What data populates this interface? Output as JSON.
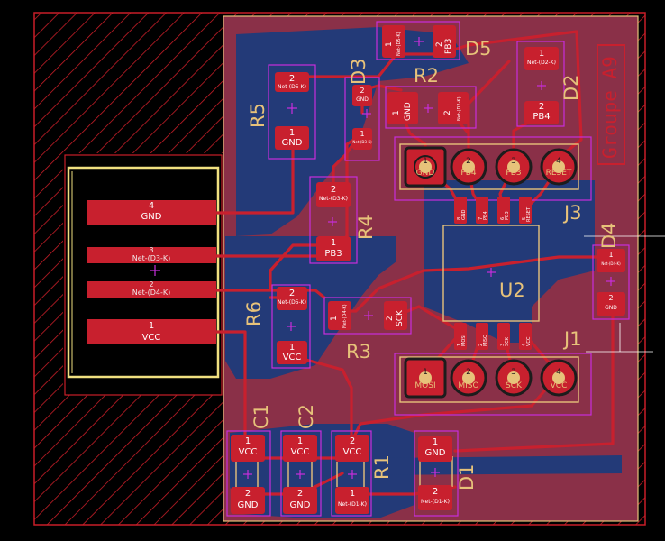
{
  "title": "Groupe A9",
  "colors": {
    "background": "#000000",
    "board": "#8a3048",
    "back_copper": "#233a78",
    "trace": "#c8202e",
    "pad": "#c8202e",
    "silkscreen": "#e7c27a",
    "courtyard": "#c82edc",
    "edge_hatch": "#c81e28"
  },
  "components": {
    "R5": {
      "ref": "R5",
      "pad1": "1",
      "pad1_net": "GND",
      "pad2": "2",
      "pad2_net": "Net-(D5-K)"
    },
    "D3": {
      "ref": "D3",
      "pad1": "1",
      "pad1_net": "Net-(D3-K)",
      "pad2": "2",
      "pad2_net": "GND"
    },
    "D5": {
      "ref": "D5",
      "pad1": "1",
      "pad1_net": "Net-(D5-K)",
      "pad2": "2",
      "pad2_net": "PB3"
    },
    "R2": {
      "ref": "R2",
      "pad1": "1",
      "pad1_net": "GND",
      "pad2": "2",
      "pad2_net": "Net-(D2-K)"
    },
    "D2": {
      "ref": "D2",
      "pad1": "1",
      "pad1_net": "Net-(D2-K)",
      "pad2": "2",
      "pad2_net": "PB4"
    },
    "R4": {
      "ref": "R4",
      "pad1": "1",
      "pad1_net": "PB3",
      "pad2": "2",
      "pad2_net": "Net-(D3-K)"
    },
    "R6": {
      "ref": "R6",
      "pad1": "1",
      "pad1_net": "VCC",
      "pad2": "2",
      "pad2_net": "Net-(D5-K)"
    },
    "R3": {
      "ref": "R3",
      "pad1": "1",
      "pad1_net": "Net-(D4-K)",
      "pad2": "2",
      "pad2_net": "SCK"
    },
    "D4": {
      "ref": "D4",
      "pad1": "1",
      "pad1_net": "Net-(D4-K)",
      "pad2": "2",
      "pad2_net": "GND"
    },
    "U2": {
      "ref": "U2",
      "pins_top": [
        "RESET",
        "PB3",
        "PB4",
        "GND"
      ],
      "pins_bottom": [
        "MOSI",
        "MISO",
        "SCK",
        "VCC"
      ],
      "pin_numbers": [
        "1",
        "2",
        "3",
        "4",
        "5",
        "6",
        "7",
        "8"
      ]
    },
    "J3": {
      "ref": "J3",
      "pins": [
        {
          "num": "1",
          "net": "GND"
        },
        {
          "num": "2",
          "net": "PB4"
        },
        {
          "num": "3",
          "net": "PB3"
        },
        {
          "num": "4",
          "net": "RESET"
        }
      ]
    },
    "J1": {
      "ref": "J1",
      "pins": [
        {
          "num": "1",
          "net": "MOSI"
        },
        {
          "num": "2",
          "net": "MISO"
        },
        {
          "num": "3",
          "net": "SCK"
        },
        {
          "num": "4",
          "net": "VCC"
        }
      ]
    },
    "C1": {
      "ref": "C1",
      "pad1": "1",
      "pad1_net": "VCC",
      "pad2": "2",
      "pad2_net": "GND"
    },
    "C2": {
      "ref": "C2",
      "pad1": "1",
      "pad1_net": "VCC",
      "pad2": "2",
      "pad2_net": "GND"
    },
    "R1": {
      "ref": "R1",
      "pad1": "1",
      "pad1_net": "Net-(D1-K)",
      "pad2": "2",
      "pad2_net": "VCC"
    },
    "D1": {
      "ref": "D1",
      "pad1": "1",
      "pad1_net": "GND",
      "pad2": "2",
      "pad2_net": "Net-(D1-K)"
    },
    "USB": {
      "pads": [
        {
          "num": "4",
          "net": "GND"
        },
        {
          "num": "3",
          "net": "Net-(D3-K)"
        },
        {
          "num": "2",
          "net": "Net-(D4-K)"
        },
        {
          "num": "1",
          "net": "VCC"
        }
      ]
    }
  }
}
